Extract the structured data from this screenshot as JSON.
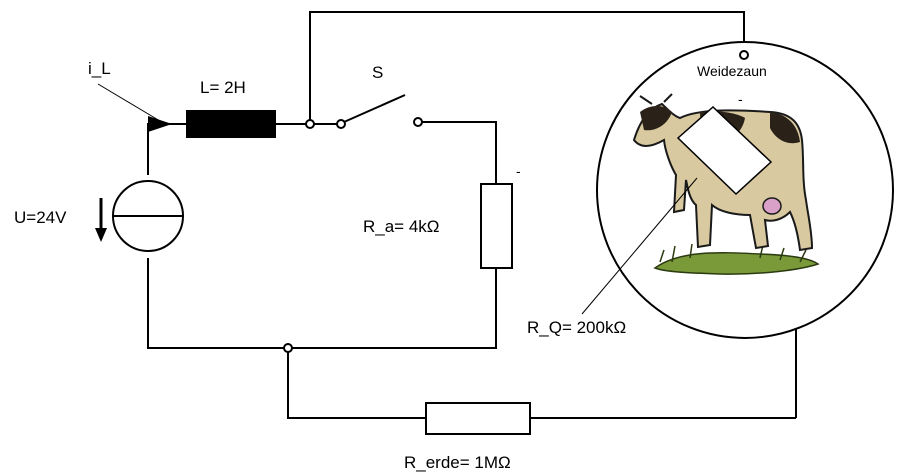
{
  "labels": {
    "current": "i_L",
    "inductor": "L= 2H",
    "switch": "S",
    "source": "U=24V",
    "load_resistor": "R_a= 4kΩ",
    "fence": "Weidezaun",
    "cow_resistance": "R_Q= 200kΩ",
    "earth_resistance": "R_erde= 1MΩ",
    "minus_mark": "-"
  }
}
